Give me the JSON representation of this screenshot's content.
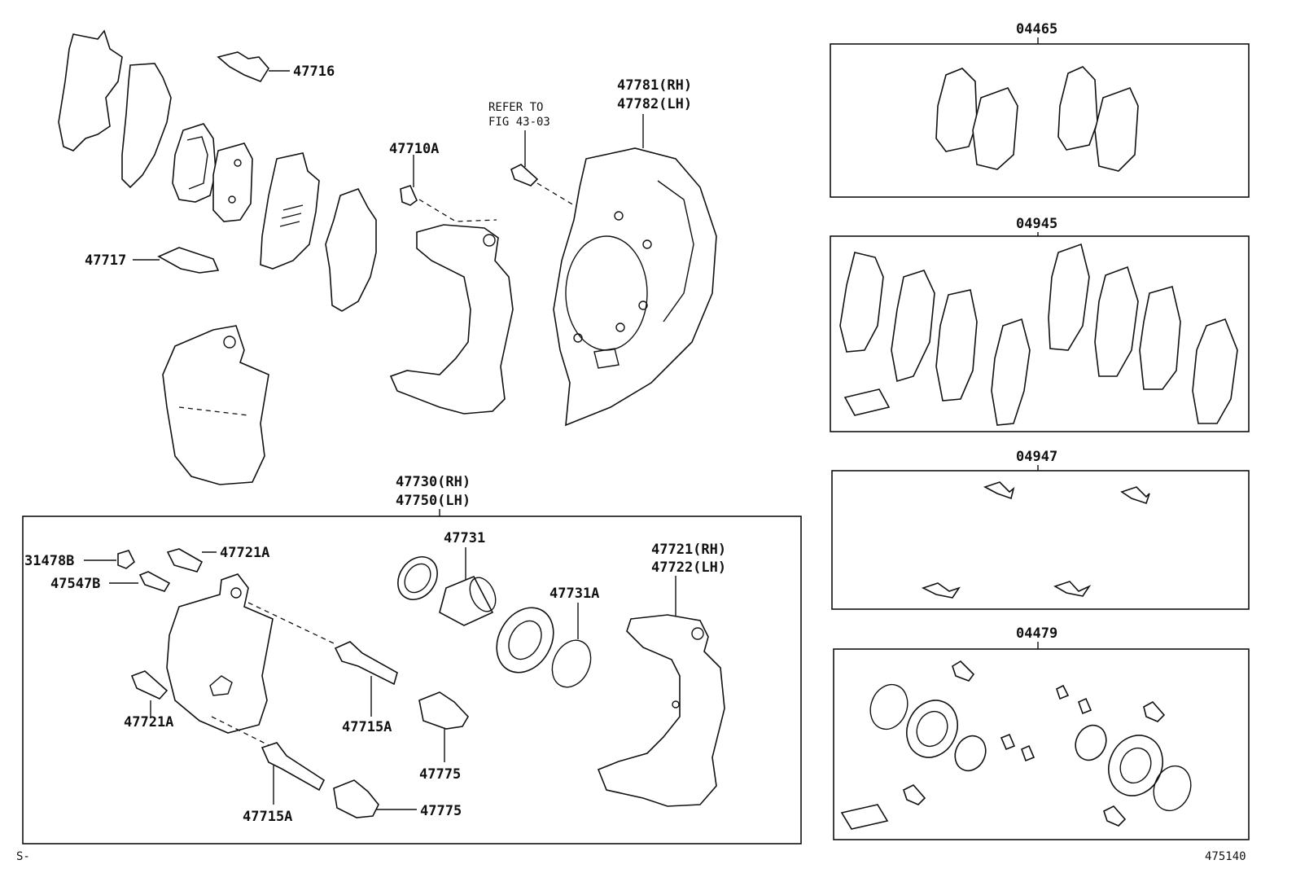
{
  "labels": {
    "p47716": "47716",
    "p47717": "47717",
    "p47710A": "47710A",
    "refer1": "REFER TO",
    "refer2": "FIG 43-03",
    "p47781": "47781(RH)",
    "p47782": "47782(LH)",
    "p47730": "47730(RH)",
    "p47750": "47750(LH)",
    "p31478B": "31478B",
    "p47547B": "47547B",
    "p47721A_top": "47721A",
    "p47721A_bot": "47721A",
    "p47731": "47731",
    "p47731A": "47731A",
    "p47721": "47721(RH)",
    "p47722": "47722(LH)",
    "p47715A_1": "47715A",
    "p47715A_2": "47715A",
    "p47775_1": "47775",
    "p47775_2": "47775",
    "kit04465": "04465",
    "kit04945": "04945",
    "kit04947": "04947",
    "kit04479": "04479",
    "footer_left": "S-",
    "footer_right": "475140"
  }
}
